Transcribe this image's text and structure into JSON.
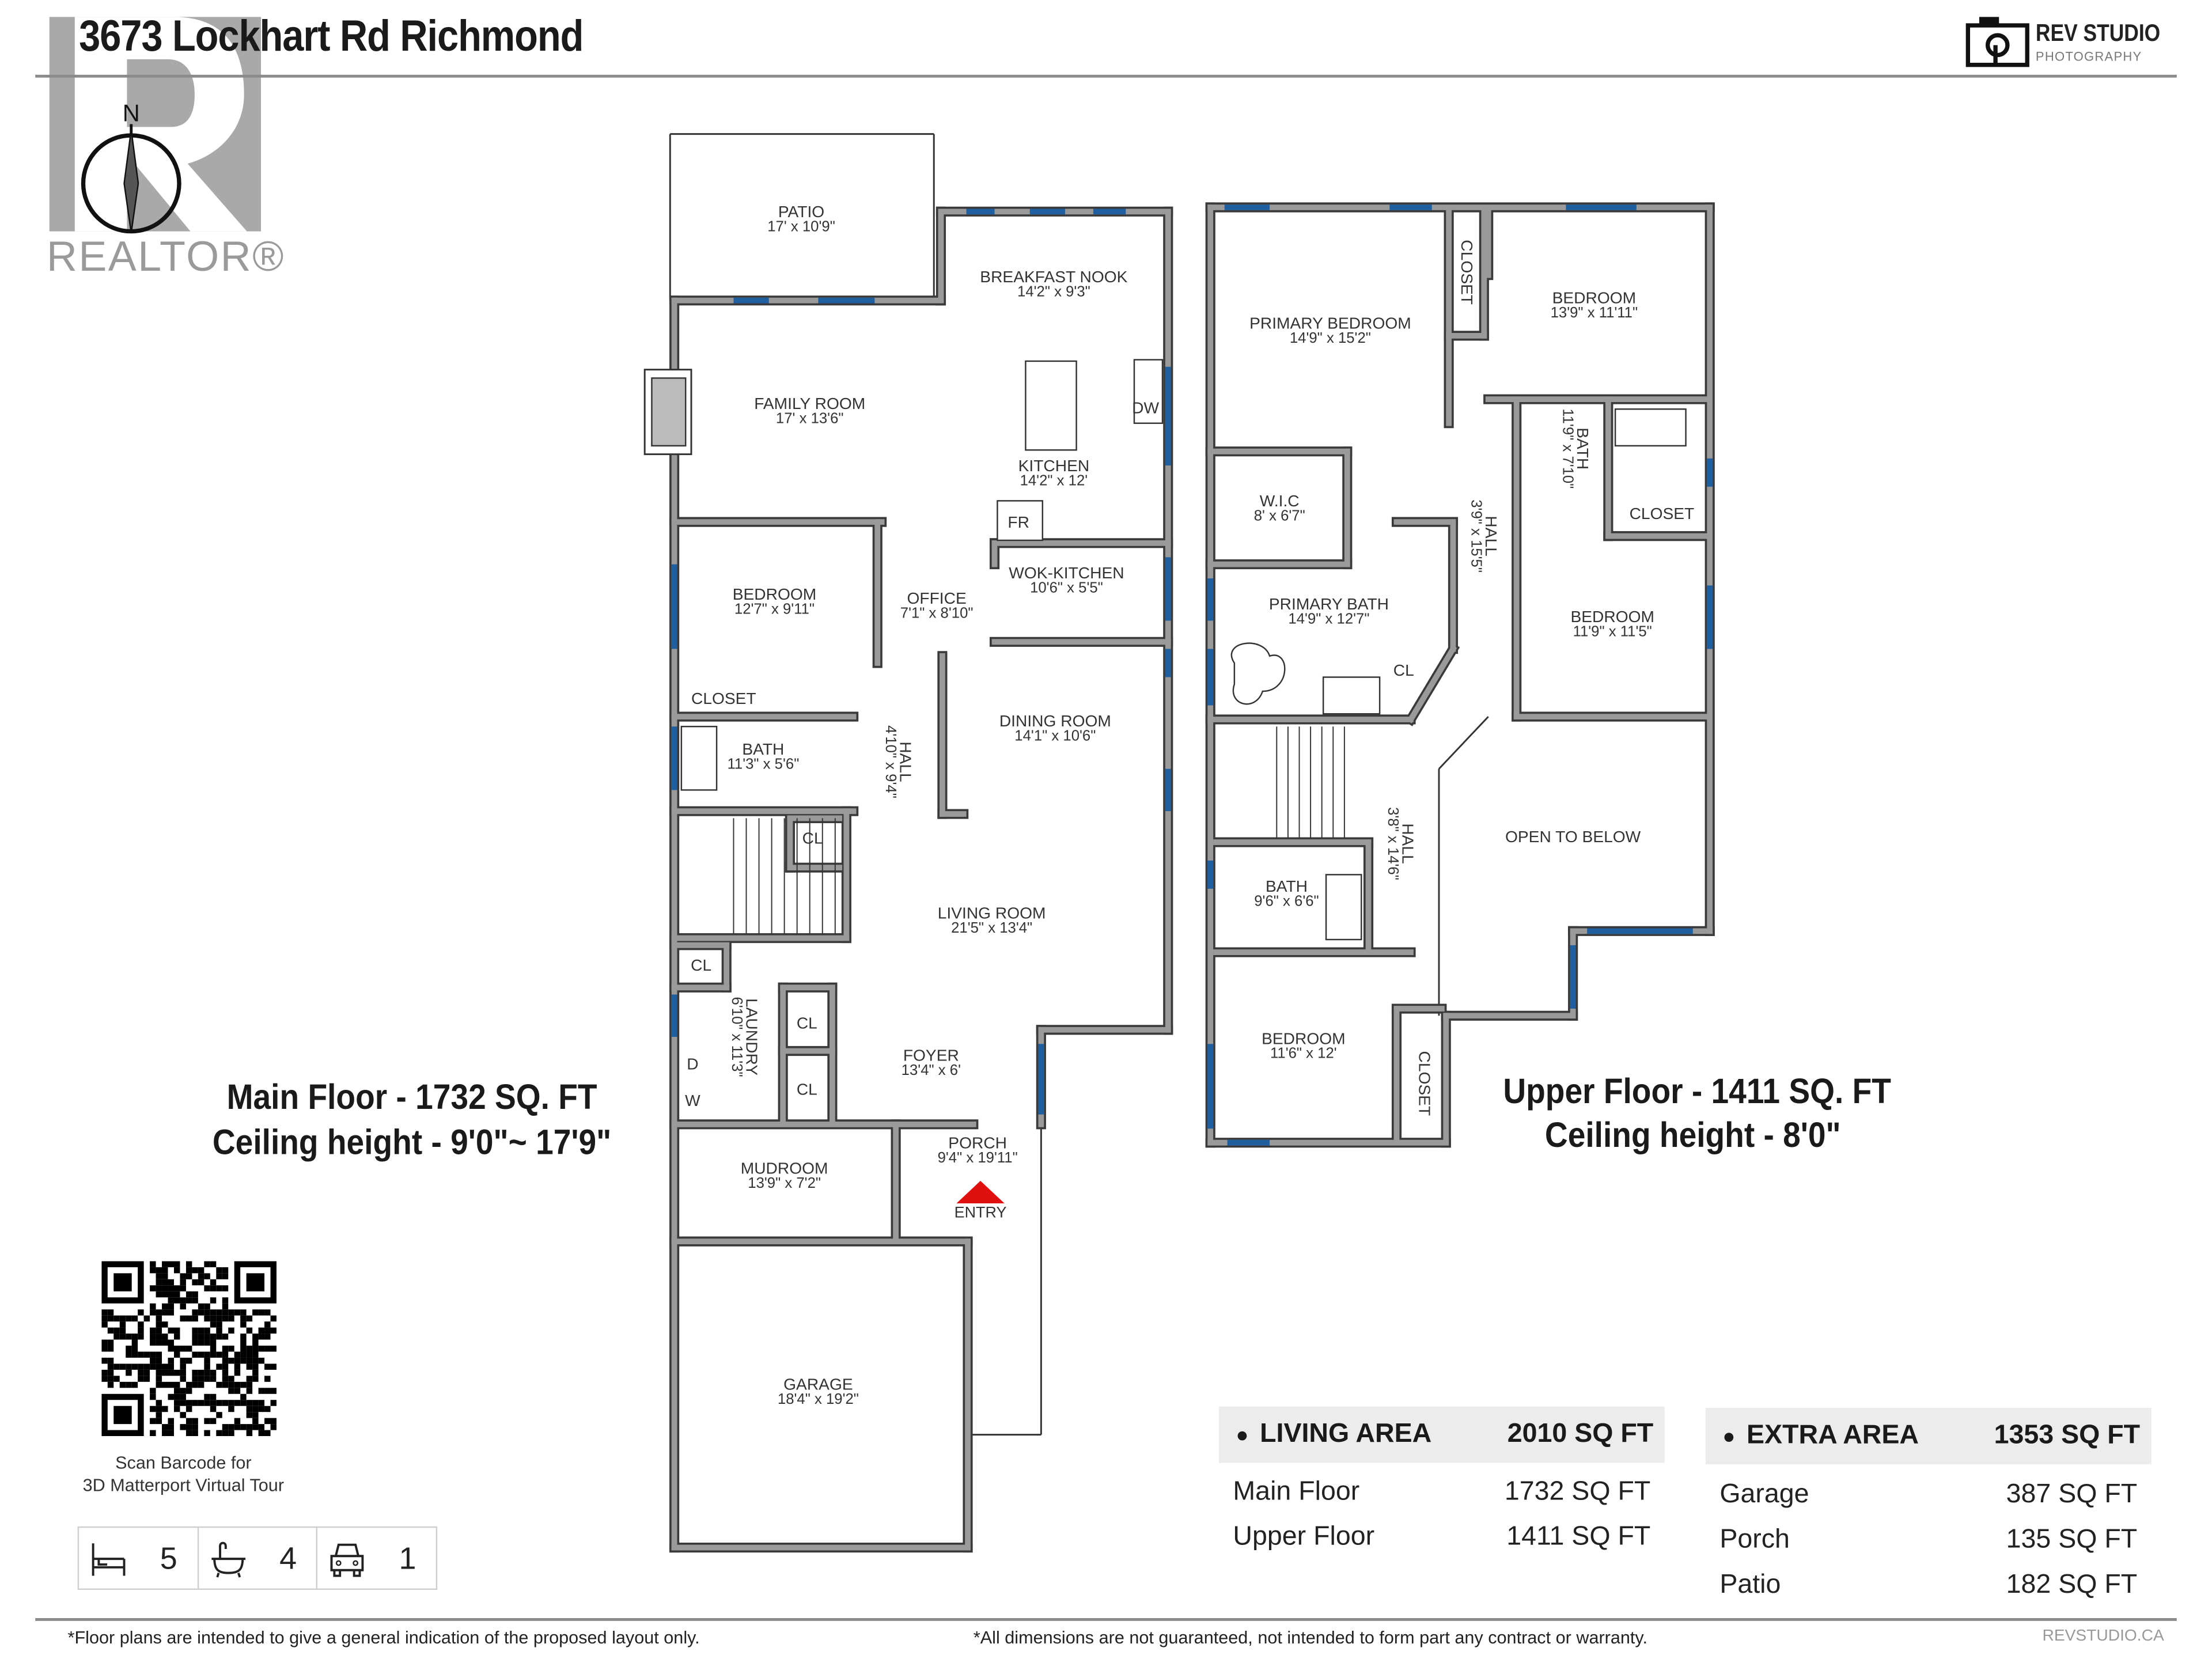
{
  "header": {
    "title": "3673 Lockhart Rd Richmond",
    "realtor_logo_text": "REALTOR®",
    "compass_label": "N",
    "brand_name": "REV STUDIO",
    "brand_sub": "PHOTOGRAPHY"
  },
  "main_floor": {
    "title": "Main Floor - 1732 SQ. FT",
    "ceiling": "Ceiling height - 9'0\"~ 17'9\"",
    "entry_label": "ENTRY",
    "entry_color": "#e01010",
    "rooms": [
      {
        "name": "PATIO",
        "dims": "17' x 10'9\""
      },
      {
        "name": "BREAKFAST NOOK",
        "dims": "14'2\" x 9'3\""
      },
      {
        "name": "FAMILY ROOM",
        "dims": "17' x 13'6\""
      },
      {
        "name": "KITCHEN",
        "dims": "14'2\" x 12'"
      },
      {
        "name": "FR",
        "dims": ""
      },
      {
        "name": "DW",
        "dims": ""
      },
      {
        "name": "WOK-KITCHEN",
        "dims": "10'6\" x 5'5\""
      },
      {
        "name": "BEDROOM",
        "dims": "12'7\" x 9'11\""
      },
      {
        "name": "OFFICE",
        "dims": "7'1\" x 8'10\""
      },
      {
        "name": "CLOSET",
        "dims": ""
      },
      {
        "name": "DINING ROOM",
        "dims": "14'1\" x 10'6\""
      },
      {
        "name": "HALL",
        "dims": "4'10\" x 9'4\""
      },
      {
        "name": "BATH",
        "dims": "11'3\" x 5'6\""
      },
      {
        "name": "CL",
        "dims": ""
      },
      {
        "name": "LIVING ROOM",
        "dims": "21'5\" x 13'4\""
      },
      {
        "name": "CL",
        "dims": ""
      },
      {
        "name": "CL",
        "dims": ""
      },
      {
        "name": "CL",
        "dims": ""
      },
      {
        "name": "LAUNDRY",
        "dims": "6'10\" x 11'3\""
      },
      {
        "name": "D",
        "dims": ""
      },
      {
        "name": "W",
        "dims": ""
      },
      {
        "name": "FOYER",
        "dims": "13'4\" x 6'"
      },
      {
        "name": "PORCH",
        "dims": "9'4\" x 19'11\""
      },
      {
        "name": "MUDROOM",
        "dims": "13'9\" x 7'2\""
      },
      {
        "name": "GARAGE",
        "dims": "18'4\" x 19'2\""
      }
    ]
  },
  "upper_floor": {
    "title": "Upper Floor - 1411 SQ. FT",
    "ceiling": "Ceiling height - 8'0\"",
    "rooms": [
      {
        "name": "PRIMARY BEDROOM",
        "dims": "14'9\" x 15'2\""
      },
      {
        "name": "CLOSET",
        "dims": ""
      },
      {
        "name": "BEDROOM",
        "dims": "13'9\" x 11'11\""
      },
      {
        "name": "W.I.C",
        "dims": "8' x 6'7\""
      },
      {
        "name": "BATH",
        "dims": "11'9\" x 7'10\""
      },
      {
        "name": "CLOSET",
        "dims": ""
      },
      {
        "name": "HALL",
        "dims": "3'9\" x 15'5\""
      },
      {
        "name": "PRIMARY BATH",
        "dims": "14'9\" x 12'7\""
      },
      {
        "name": "BEDROOM",
        "dims": "11'9\" x 11'5\""
      },
      {
        "name": "CL",
        "dims": ""
      },
      {
        "name": "OPEN TO BELOW",
        "dims": ""
      },
      {
        "name": "HALL",
        "dims": "3'8\" x 14'6\""
      },
      {
        "name": "BATH",
        "dims": "9'6\" x 6'6\""
      },
      {
        "name": "BEDROOM",
        "dims": "11'6\" x 12'"
      },
      {
        "name": "CLOSET",
        "dims": ""
      }
    ]
  },
  "qr": {
    "caption_line1": "Scan Barcode for",
    "caption_line2": "3D Matterport Virtual Tour"
  },
  "stats": [
    {
      "icon": "bed-icon",
      "value": "5"
    },
    {
      "icon": "bathtub-icon",
      "value": "4"
    },
    {
      "icon": "car-icon",
      "value": "1"
    }
  ],
  "living_area": {
    "label": "LIVING AREA",
    "total": "2010 SQ FT",
    "rows": [
      {
        "label": "Main Floor",
        "value": "1732 SQ FT"
      },
      {
        "label": "Upper Floor",
        "value": "1411 SQ FT"
      }
    ]
  },
  "extra_area": {
    "label": "EXTRA AREA",
    "total": "1353 SQ FT",
    "rows": [
      {
        "label": "Garage",
        "value": "387 SQ FT"
      },
      {
        "label": "Porch",
        "value": "135 SQ FT"
      },
      {
        "label": "Patio",
        "value": "182 SQ FT"
      }
    ]
  },
  "footer": {
    "disclaimer_left": "*Floor plans are intended to give a general indication of the proposed layout only.",
    "disclaimer_right": "*All dimensions are not guaranteed, not intended to form part any contract or warranty.",
    "website": "REVSTUDIO.CA"
  },
  "colors": {
    "wall": "#9a9a9a",
    "wall_edge": "#3a3a3a",
    "window": "#1f5fa0",
    "header_bg": "#ececec"
  }
}
